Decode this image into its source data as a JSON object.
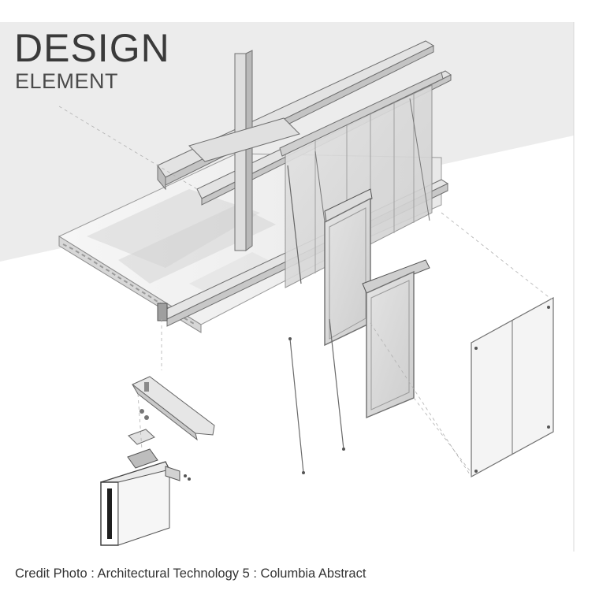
{
  "title": {
    "main": "DESIGN",
    "sub": "ELEMENT"
  },
  "credit": "Credit Photo : Architectural Technology 5 : Columbia Abstract",
  "colors": {
    "background": "#ffffff",
    "shadow_band": "#ececec",
    "steel": "#dcdcdc",
    "steel_edge": "#6f6f6f",
    "glass": "#d9d9d9",
    "slab": "#f2f2f2",
    "text": "#3a3a3a"
  }
}
